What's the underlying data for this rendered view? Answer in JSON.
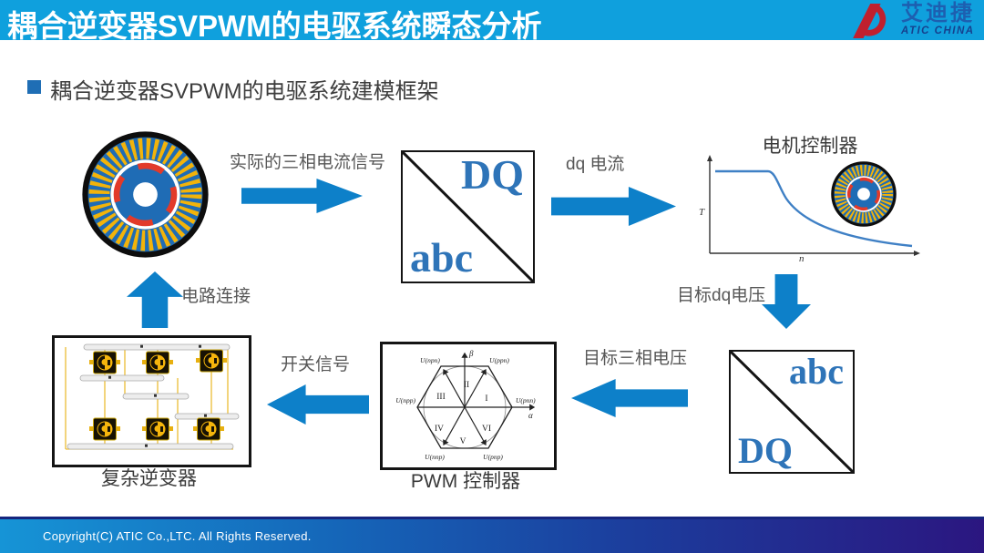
{
  "colors": {
    "header_bg": "#0fa0dd",
    "arrow_blue": "#0d80c9",
    "transform_text_blue": "#2e74b8",
    "logo_red": "#c0202e",
    "footer_gradient_left": "#1694d6",
    "footer_gradient_right": "#2b1680",
    "motor_blue": "#1f6cb5",
    "stator_yellow": "#f2b30a",
    "magnet_red": "#e23a2a"
  },
  "header": {
    "title": "耦合逆变器SVPWM的电驱系统瞬态分析",
    "logo_cn": "艾迪捷",
    "logo_en": "ATIC CHINA"
  },
  "section_heading": "耦合逆变器SVPWM的电驱系统建模框架",
  "flow": {
    "actual_current_label": "实际的三相电流信号",
    "dq_current_label": "dq 电流",
    "motor_controller_title": "电机控制器",
    "target_dq_voltage_label": "目标dq电压",
    "target_three_phase_label": "目标三相电压",
    "switch_signal_label": "开关信号",
    "circuit_connection_label": "电路连接",
    "pwm_caption": "PWM 控制器",
    "inverter_caption": "复杂逆变器",
    "dq_abc_box": {
      "upper": "DQ",
      "lower": "abc"
    },
    "abc_dq_box": {
      "upper": "abc",
      "lower": "DQ"
    }
  },
  "tn_chart": {
    "ylabel": "T",
    "xlabel": "n"
  },
  "svpwm": {
    "beta": "β",
    "alpha": "α",
    "sector_1": "I",
    "sector_2": "II",
    "sector_3": "III",
    "sector_4": "IV",
    "sector_5": "V",
    "sector_6": "VI",
    "v_right": "U(pnn)",
    "v_top_right": "U(ppn)",
    "v_top_left": "U(npn)",
    "v_left": "U(npp)",
    "v_bottom_left": "U(nnp)",
    "v_bottom_right": "U(pnp)"
  },
  "footer": {
    "copyright": "Copyright(C) ATIC Co.,LTC. All Rights Reserved."
  }
}
